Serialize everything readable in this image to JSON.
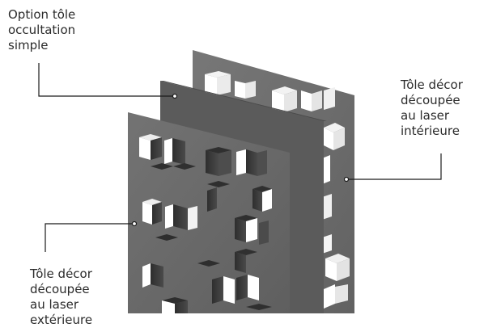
{
  "labels": {
    "occultation": {
      "lines": [
        "Option tôle",
        "occultation",
        "simple"
      ]
    },
    "interieure": {
      "lines": [
        "Tôle décor",
        "découpée",
        "au laser",
        "intérieure"
      ]
    },
    "exterieure": {
      "lines": [
        "Tôle décor",
        "découpée",
        "au laser",
        "extérieure"
      ]
    }
  },
  "colors": {
    "panel_back": "#6e6e6e",
    "panel_middle": "#5e5e5e",
    "panel_front": "#6a6a6a",
    "cut_light": "#ffffff",
    "cut_shadow": "#3a3a3a",
    "leader_line": "#1a1a1a"
  }
}
